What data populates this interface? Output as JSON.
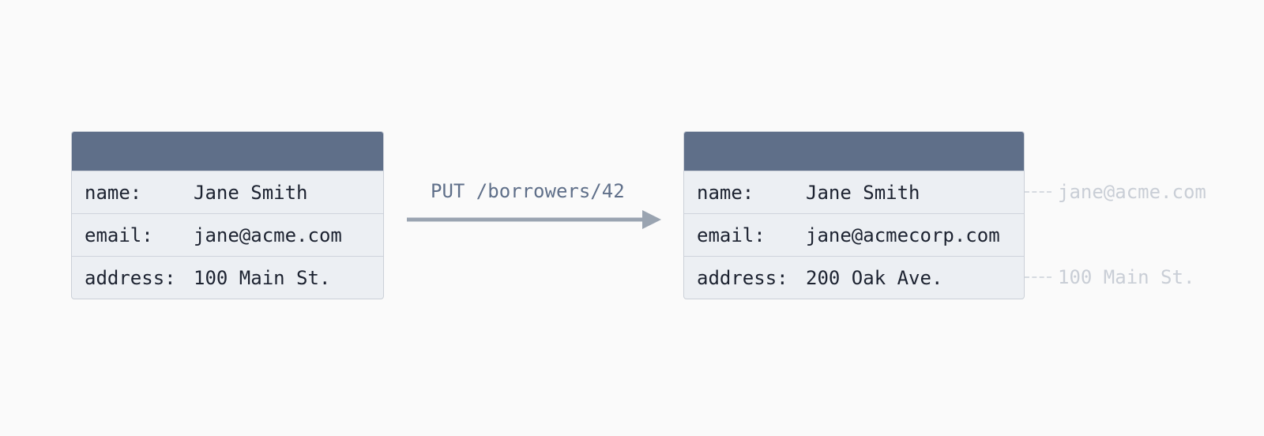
{
  "before": {
    "rows": [
      {
        "key": "name:",
        "value": "Jane Smith"
      },
      {
        "key": "email:",
        "value": "jane@acme.com"
      },
      {
        "key": "address:",
        "value": "100 Main St."
      }
    ]
  },
  "request": {
    "label": "PUT /borrowers/42"
  },
  "after": {
    "rows": [
      {
        "key": "name:",
        "value": "Jane Smith"
      },
      {
        "key": "email:",
        "value": "jane@acmecorp.com"
      },
      {
        "key": "address:",
        "value": "200 Oak Ave."
      }
    ]
  },
  "previous_values": {
    "email": "jane@acme.com",
    "address": "100 Main St."
  },
  "colors": {
    "header": "#5f6f89",
    "row_bg": "#eceff3",
    "arrow": "#9aa4b1",
    "ghost_text": "#c9ced6"
  }
}
